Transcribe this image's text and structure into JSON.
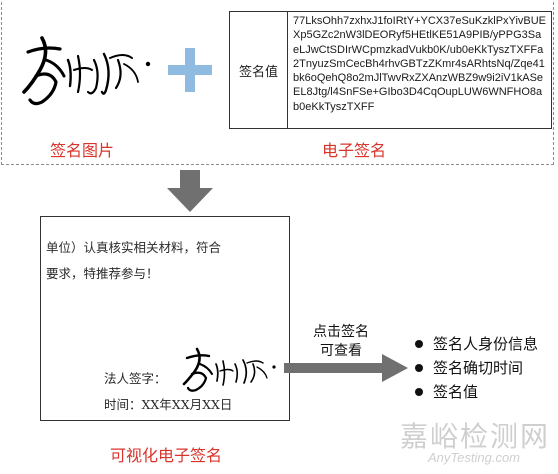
{
  "top": {
    "table_label": "签名值",
    "signature_value": "77LksOhh7zxhxJ1foIRtY+YCX37eSuKzklPxYivBUEXp5GZc2nW3lDEORyf5HEtlKE51A9PIB/yPPG3SaeLJwCtSDIrWCpmzkadVukb0K/ub0eKkTyszTXFFa2TnyuzSmCecBh4rhvGBTzZKmr4sARhtsNq/Zqe41bk6oQehQ8o2mJlTwvRxZXAnzWBZ9w9i2iV1kASeEL8Jtg/l4SnFSe+GIbo3D4CqOupLUW6WNFHO8ab0eKkTyszTXFF",
    "caption_image": "签名图片",
    "caption_electronic": "电子签名"
  },
  "document": {
    "line1": "单位）认真核实相关材料，符合",
    "line2": "要求，特推荐参与！",
    "signer_label": "法人签字：",
    "time_label": "时间：XX年XX月XX日"
  },
  "caption_visual": "可视化电子签名",
  "arrow_label": {
    "line1": "点击签名",
    "line2": "可查看"
  },
  "bullets": [
    "签名人身份信息",
    "签名确切时间",
    "签名值"
  ],
  "watermark": {
    "main": "嘉峪检测网",
    "sub": "AnyTesting.com"
  },
  "colors": {
    "caption_red": "#d9342b",
    "plus_blue": "#8fbbe0",
    "arrow_gray": "#707070"
  }
}
